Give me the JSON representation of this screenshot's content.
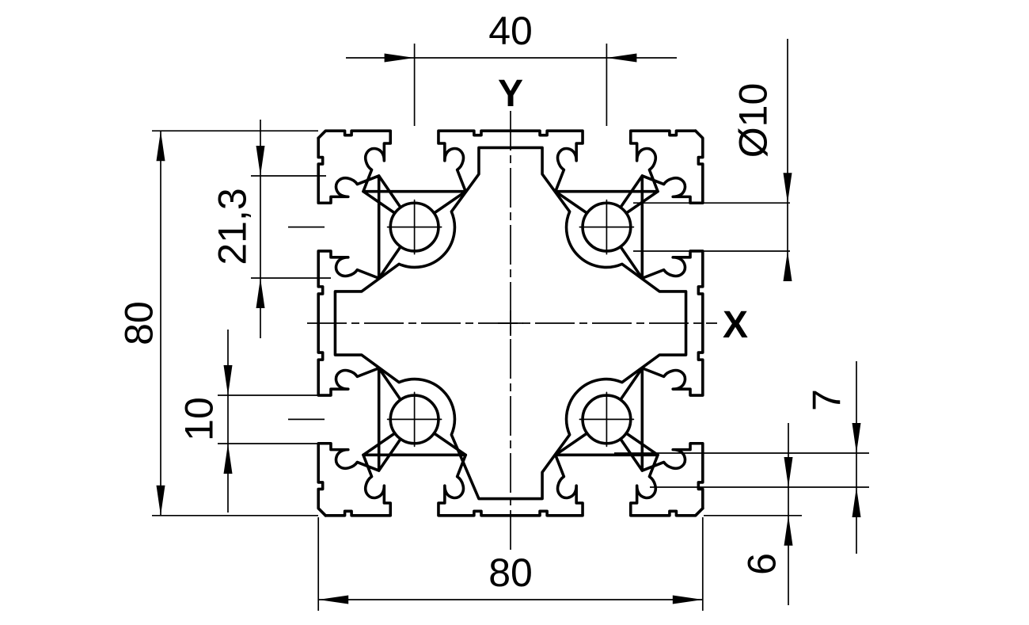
{
  "drawing": {
    "type": "technical-drawing",
    "subject": "Cross-section of 80x80 aluminium T-slot extrusion profile",
    "colors": {
      "line": "#000000",
      "background": "#ffffff"
    },
    "axes": {
      "y_label": "Y",
      "x_label": "X"
    },
    "dimensions": {
      "slot_spacing": {
        "label": "40",
        "value": 40,
        "orientation": "horizontal",
        "position": "top"
      },
      "profile_height": {
        "label": "80",
        "value": 80,
        "orientation": "vertical",
        "position": "left"
      },
      "cavity_width": {
        "label": "21,3",
        "value": 21.3,
        "orientation": "vertical",
        "position": "left"
      },
      "slot_opening_width": {
        "label": "10",
        "value": 10,
        "orientation": "vertical",
        "position": "left"
      },
      "core_hole_diameter": {
        "label": "Ø10",
        "value": 10,
        "orientation": "vertical",
        "position": "right"
      },
      "slot_depth": {
        "label": "7",
        "value": 7,
        "orientation": "vertical",
        "position": "right"
      },
      "lip_thickness": {
        "label": "6",
        "value": 6,
        "orientation": "vertical",
        "position": "right"
      },
      "profile_width": {
        "label": "80",
        "value": 80,
        "orientation": "horizontal",
        "position": "bottom"
      }
    }
  }
}
